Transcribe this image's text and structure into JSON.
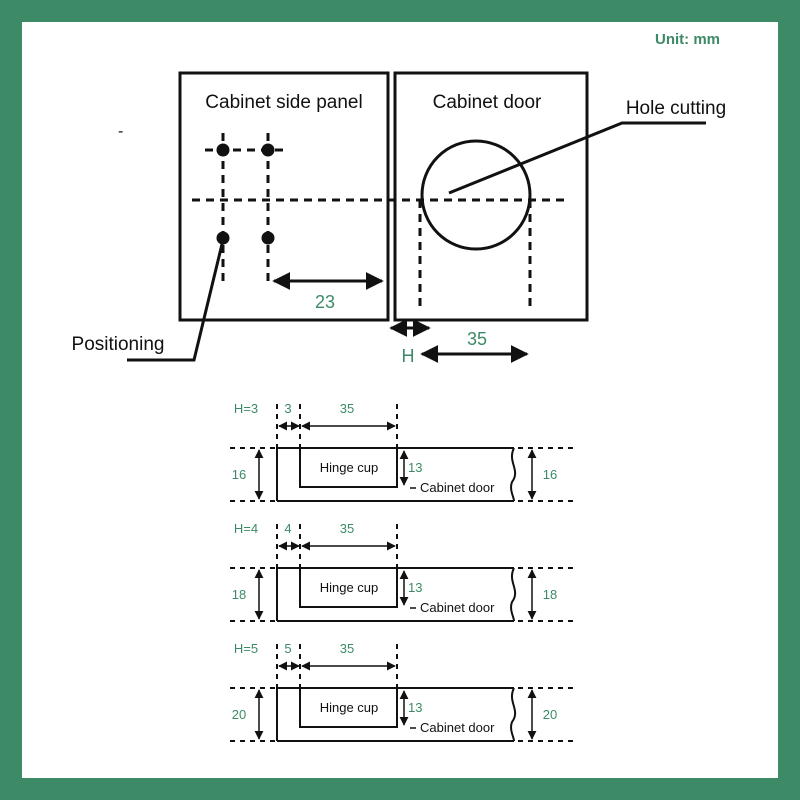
{
  "colors": {
    "frame": "#3d8a66",
    "accent": "#3d8a66",
    "ink": "#111111",
    "background": "#ffffff"
  },
  "unit_label": "Unit: mm",
  "stray_mark": "-",
  "top_diagram": {
    "side_panel_title": "Cabinet side panel",
    "door_title": "Cabinet door",
    "hole_cutting_label": "Hole cutting",
    "positioning_label": "Positioning",
    "dim_panel_edge": "23",
    "dim_cup_diameter": "35",
    "dim_h": "H"
  },
  "sections": [
    {
      "h_label": "H=3",
      "gap": "3",
      "cup_width": "35",
      "thickness": "16",
      "cup_depth": "13",
      "cup_label": "Hinge cup",
      "door_label": "Cabinet door"
    },
    {
      "h_label": "H=4",
      "gap": "4",
      "cup_width": "35",
      "thickness": "18",
      "cup_depth": "13",
      "cup_label": "Hinge cup",
      "door_label": "Cabinet door"
    },
    {
      "h_label": "H=5",
      "gap": "5",
      "cup_width": "35",
      "thickness": "20",
      "cup_depth": "13",
      "cup_label": "Hinge cup",
      "door_label": "Cabinet door"
    }
  ]
}
